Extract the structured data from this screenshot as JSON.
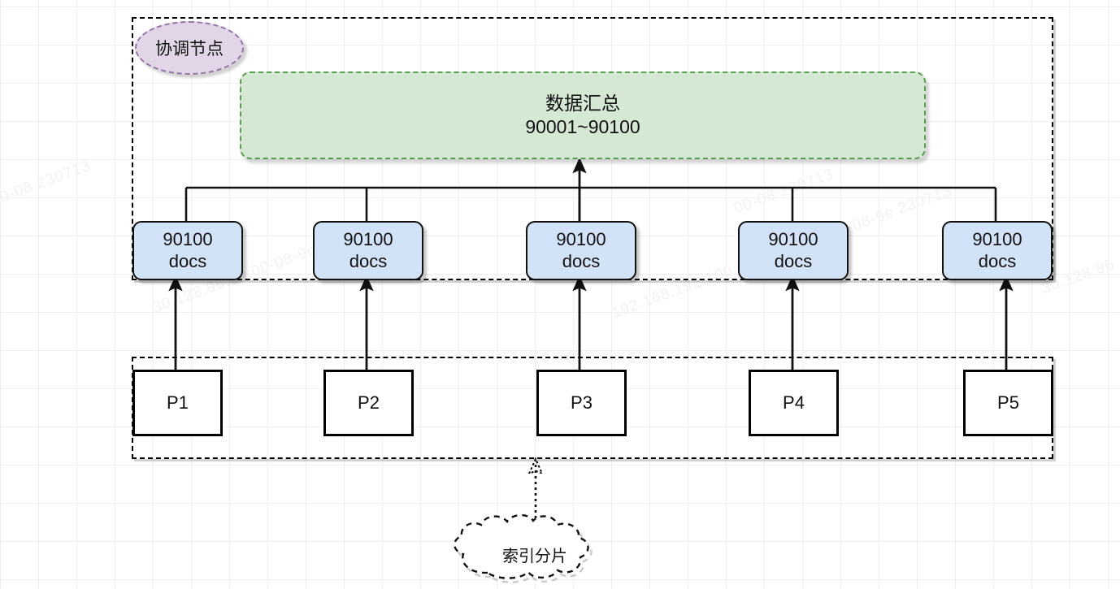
{
  "diagram": {
    "title_context": "Elasticsearch distributed search coordination diagram",
    "coordinator": {
      "label": "协调节点",
      "fill_color": "#e1d5e7",
      "stroke_color": "#9673a6"
    },
    "aggregate_box": {
      "line1": "数据汇总",
      "line2": "90001~90100",
      "fill_color": "#d5e8d4",
      "stroke_color": "#5a9e52"
    },
    "shard_results": [
      {
        "count": "90100",
        "unit": "docs"
      },
      {
        "count": "90100",
        "unit": "docs"
      },
      {
        "count": "90100",
        "unit": "docs"
      },
      {
        "count": "90100",
        "unit": "docs"
      },
      {
        "count": "90100",
        "unit": "docs"
      }
    ],
    "shard_result_style": {
      "fill_color": "#d3e3f7",
      "stroke_color": "#111111"
    },
    "partitions": [
      {
        "label": "P1"
      },
      {
        "label": "P2"
      },
      {
        "label": "P3"
      },
      {
        "label": "P4"
      },
      {
        "label": "P5"
      }
    ],
    "index_shard_cloud": {
      "label": "索引分片"
    },
    "watermarks": [
      {
        "text": "00-08 230713"
      },
      {
        "text": "30.128.96.60:00-08-9c 230713"
      },
      {
        "text": "192.168.192.100:00-50-20-4c-68-08-9e 230713"
      },
      {
        "text": "30.128.96"
      }
    ]
  }
}
